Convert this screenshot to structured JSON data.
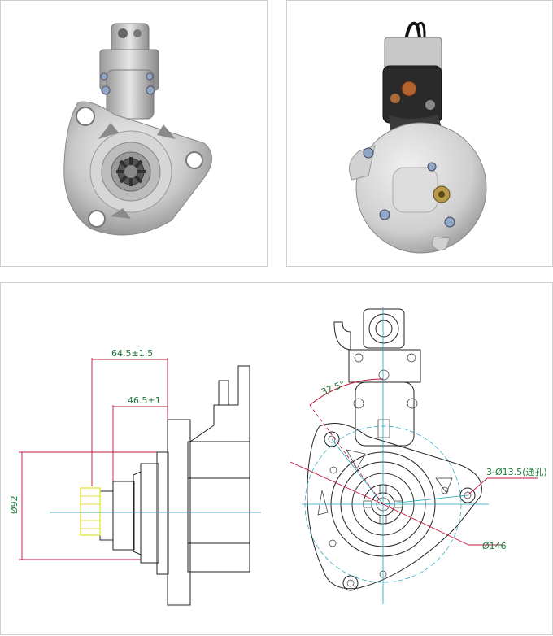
{
  "photos": {
    "front_view": "starter motor front view photo",
    "rear_view": "starter motor rear view photo"
  },
  "drawing": {
    "dim_length_total": "64.5±1.5",
    "dim_length_flange": "46.5±1",
    "dim_diameter_pinion": "Ø92",
    "dim_angle": "37.5°",
    "dim_holes": "3-Ø13.5(通孔)",
    "dim_bolt_circle": "Ø146"
  },
  "colors": {
    "dimension_text": "#1d7a3a",
    "dimension_line": "#c0143c",
    "centerline": "#1aa3b8",
    "pinion_highlight": "#e6e23a"
  }
}
